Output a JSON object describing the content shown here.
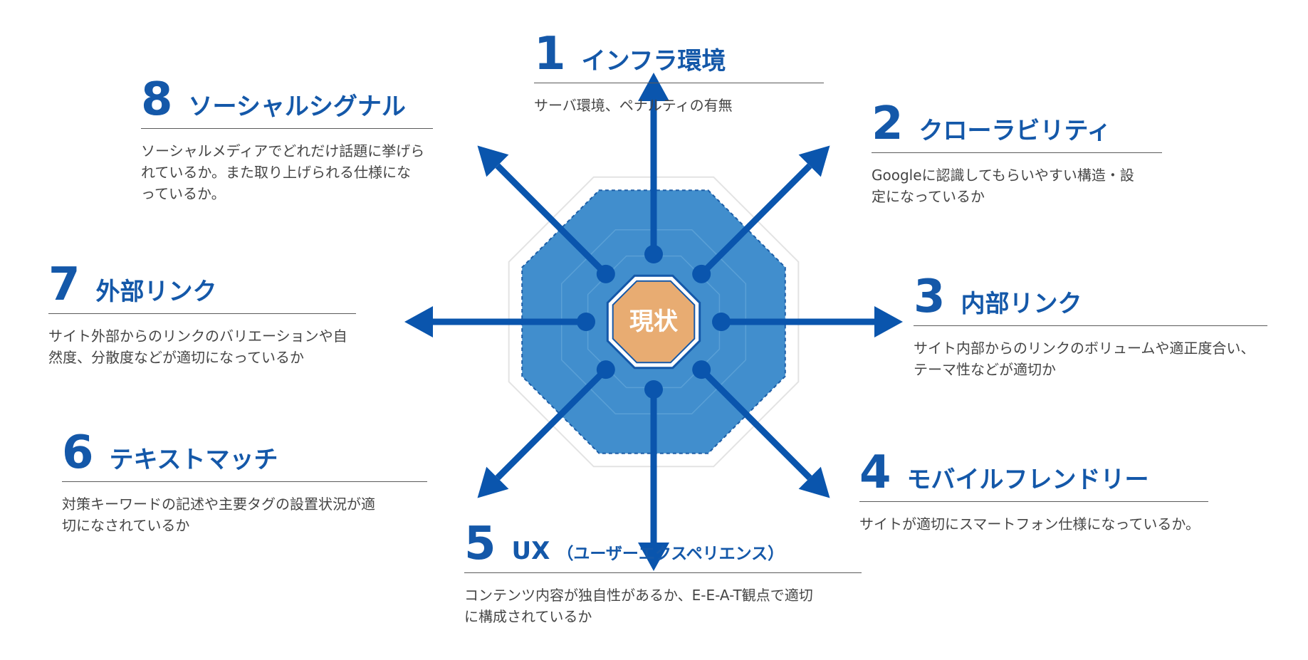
{
  "center_label": "現状",
  "colors": {
    "accent": "#1458a9",
    "arrow": "#0a55ad",
    "polygon_fill": "#3d8ccc",
    "center_fill": "#e8ac72",
    "text": "#454545"
  },
  "factors": [
    {
      "num": "1",
      "title": "インフラ環境",
      "desc": "サーバ環境、ペナルティの有無"
    },
    {
      "num": "2",
      "title": "クローラビリティ",
      "desc": "Googleに認識してもらいやすい構造・設\n定になっているか"
    },
    {
      "num": "3",
      "title": "内部リンク",
      "desc": "サイト内部からのリンクのボリュームや適正度合い、\nテーマ性などが適切か"
    },
    {
      "num": "4",
      "title": "モバイルフレンドリー",
      "desc": "サイトが適切にスマートフォン仕様になっているか。"
    },
    {
      "num": "5",
      "title": "UX",
      "title_sub": "（ユーザーエクスペリエンス）",
      "desc": "コンテンツ内容が独自性があるか、E-E-A-T観点で適切\nに構成されているか"
    },
    {
      "num": "6",
      "title": "テキストマッチ",
      "desc": "対策キーワードの記述や主要タグの設置状況が適\n切になされているか"
    },
    {
      "num": "7",
      "title": "外部リンク",
      "desc": "サイト外部からのリンクのバリエーションや自\n然度、分散度などが適切になっているか"
    },
    {
      "num": "8",
      "title": "ソーシャルシグナル",
      "desc": "ソーシャルメディアでどれだけ話題に挙げら\nれているか。また取り上げられる仕様にな\nっているか。"
    }
  ]
}
